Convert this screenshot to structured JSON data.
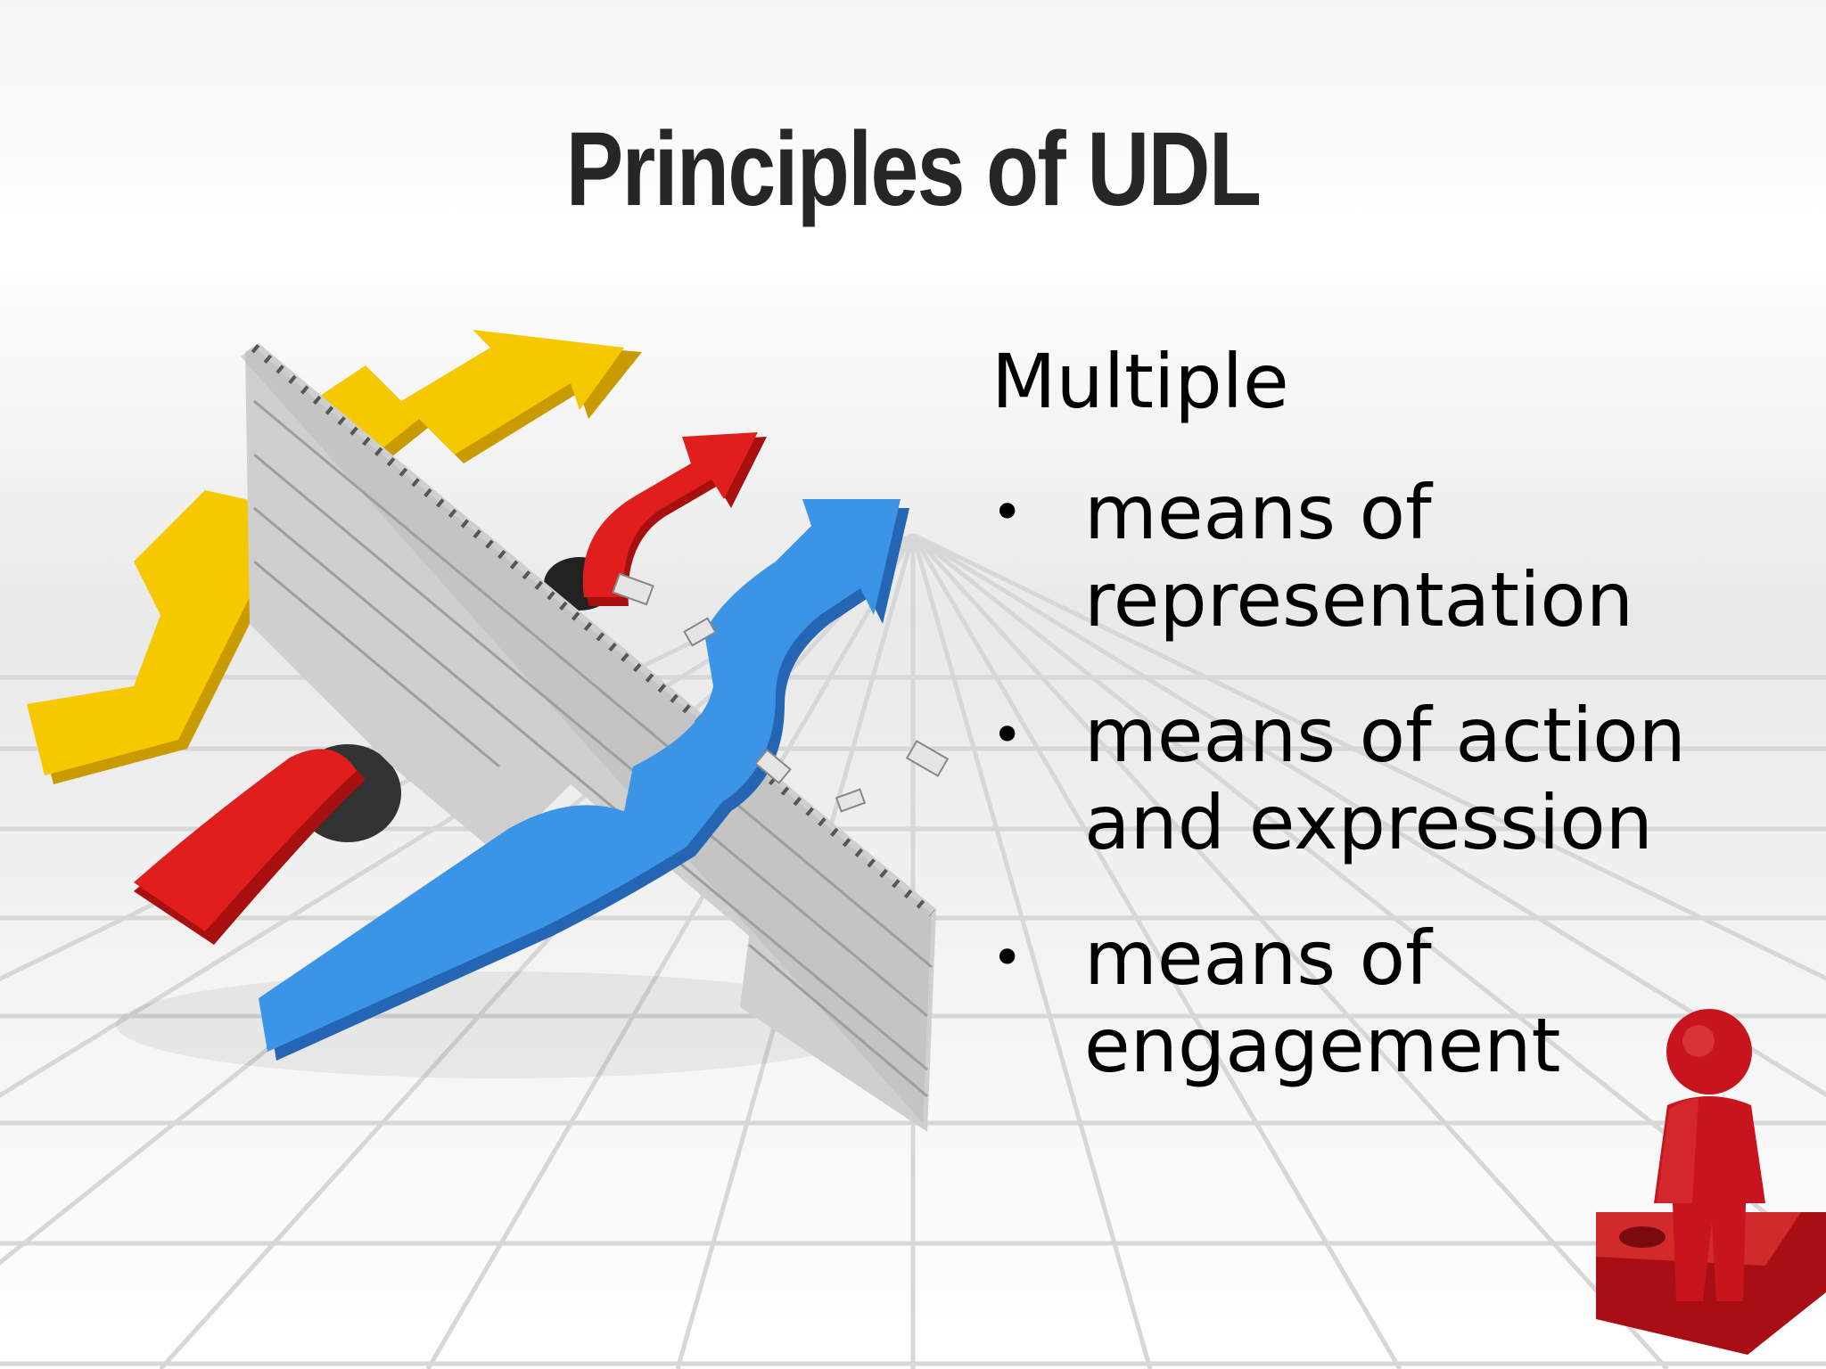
{
  "slide": {
    "title": "Principles of UDL",
    "intro": "Multiple",
    "bullets": [
      "means of representation",
      "means of action and expression",
      "means of engagement"
    ],
    "bullet_symbol": "•"
  },
  "colors": {
    "title": "#262626",
    "text": "#000000",
    "arrow_yellow": "#f2c200",
    "arrow_red": "#d91c1c",
    "arrow_blue": "#3a8fe0",
    "wall": "#d6d6d6",
    "figure_red": "#c8141c"
  },
  "illustration": {
    "icons": [
      "yellow-arrow-icon",
      "red-arrow-icon",
      "blue-arrow-icon",
      "brick-wall-icon",
      "red-person-figure-icon"
    ]
  }
}
